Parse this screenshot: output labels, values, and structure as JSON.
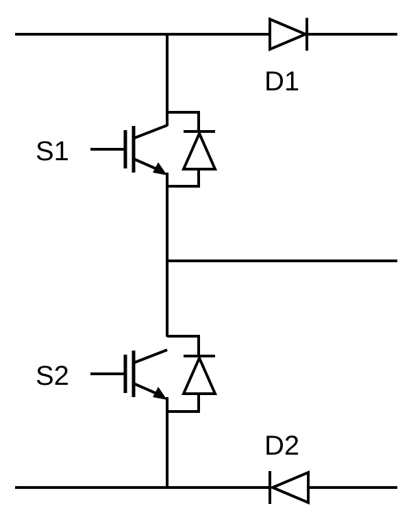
{
  "diagram": {
    "type": "half-bridge circuit schematic",
    "labels": {
      "s1": "S1",
      "s2": "S2",
      "d1": "D1",
      "d2": "D2"
    },
    "colors": {
      "line": "#000000",
      "background": "#ffffff"
    }
  }
}
